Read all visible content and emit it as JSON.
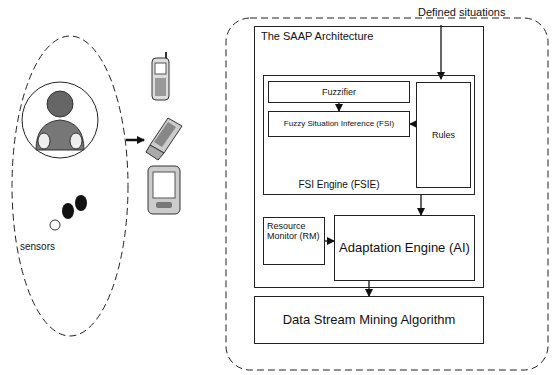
{
  "diagram": {
    "nodes": [
      {
        "text": [
          "The SAAP Architecture"
        ]
      },
      {
        "text": [
          "FSI Engine (FSIE)"
        ],
        "in": 0
      },
      {
        "text": [
          "Fuzzifier"
        ],
        "in": 1
      },
      {
        "text": [
          "Fuzzy Situation Inference (FSI)"
        ],
        "in": 1
      },
      {
        "text": [
          "Rules"
        ],
        "in": 1
      },
      {
        "text": [
          "Resource Monitor (RM)"
        ],
        "in": 0
      },
      {
        "text": [
          "Adaptation Engine (AI)"
        ],
        "in": 0
      },
      {
        "text": [
          "Data Stream Mining Algorithm"
        ]
      }
    ],
    "edges": [
      {
        "from": 2,
        "to": 3,
        "arrow": "to"
      },
      {
        "from": 4,
        "to": 3,
        "arrow": "to"
      },
      {
        "from": 1,
        "to": 6,
        "arrow": "to"
      },
      {
        "from": 5,
        "to": 6,
        "arrow": "to"
      },
      {
        "from": 6,
        "to": 7,
        "arrow": "to"
      }
    ],
    "labels": [
      "Defined situations",
      "sensors"
    ]
  }
}
